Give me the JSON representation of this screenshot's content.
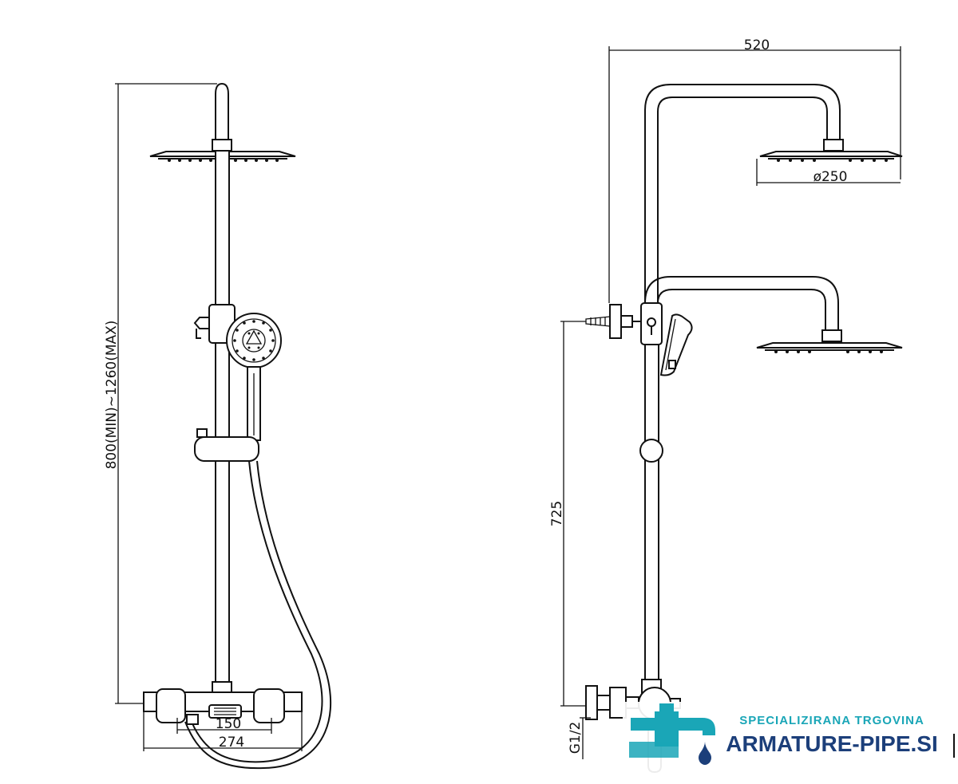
{
  "dimensions": {
    "height_range": "800(MIN)~1260(MAX)",
    "width_150": "150",
    "width_274": "274",
    "reach_520": "520",
    "diameter_250": "ø250",
    "height_725": "725",
    "thread": "G1/2"
  },
  "brand": {
    "tagline": "SPECIALIZIRANA TRGOVINA",
    "name": "ARMATURE-PIPE.SI",
    "accent": "#1aa6b7",
    "primary": "#1c3f7a"
  }
}
